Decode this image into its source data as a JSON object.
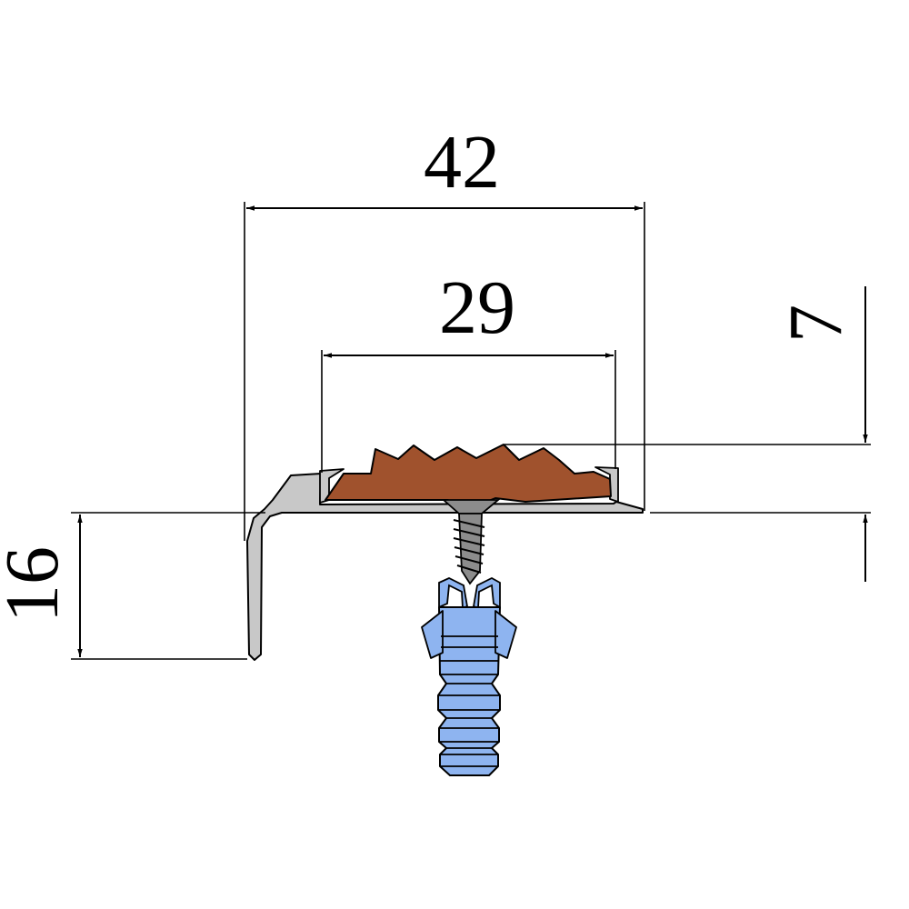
{
  "dimensions": {
    "overall_width": "42",
    "insert_width": "29",
    "insert_height": "7",
    "profile_height": "16"
  },
  "colors": {
    "insert": "#A0522D",
    "profile": "#C8C8C8",
    "screw": "#8C8C8C",
    "dowel": "#8EB4F0",
    "line": "#000000"
  }
}
